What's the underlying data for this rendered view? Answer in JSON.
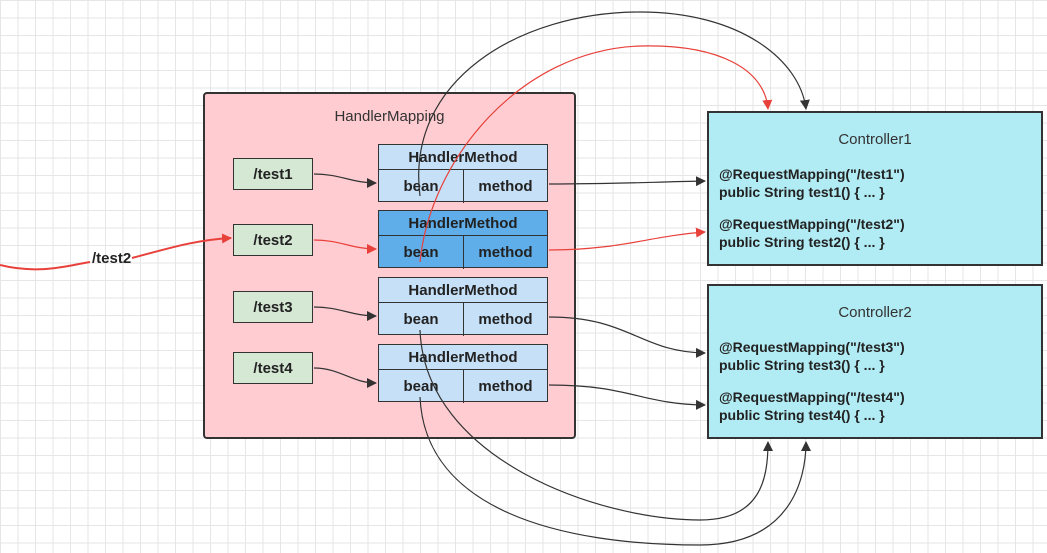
{
  "handler_mapping": {
    "title": "HandlerMapping",
    "paths": [
      "/test1",
      "/test2",
      "/test3",
      "/test4"
    ],
    "handler_methods": [
      {
        "title": "HandlerMethod",
        "bean": "bean",
        "method": "method"
      },
      {
        "title": "HandlerMethod",
        "bean": "bean",
        "method": "method"
      },
      {
        "title": "HandlerMethod",
        "bean": "bean",
        "method": "method"
      },
      {
        "title": "HandlerMethod",
        "bean": "bean",
        "method": "method"
      }
    ]
  },
  "controllers": [
    {
      "title": "Controller1",
      "mappings": [
        {
          "annotation": "@RequestMapping(\"/test1\")",
          "signature": "public String test1() { ... }"
        },
        {
          "annotation": "@RequestMapping(\"/test2\")",
          "signature": "public String test2() { ... }"
        }
      ]
    },
    {
      "title": "Controller2",
      "mappings": [
        {
          "annotation": "@RequestMapping(\"/test3\")",
          "signature": "public String test3() { ... }"
        },
        {
          "annotation": "@RequestMapping(\"/test4\")",
          "signature": "public String test4() { ... }"
        }
      ]
    }
  ],
  "incoming_request": "/test2",
  "colors": {
    "handler_mapping_bg": "#ffccd1",
    "path_bg": "#d5e8d4",
    "handler_method_bg": "#c6e0f7",
    "handler_method_highlight": "#5faeea",
    "controller_bg": "#b1ebf3",
    "active_arrow": "#e8403a",
    "arrow": "#333333"
  }
}
